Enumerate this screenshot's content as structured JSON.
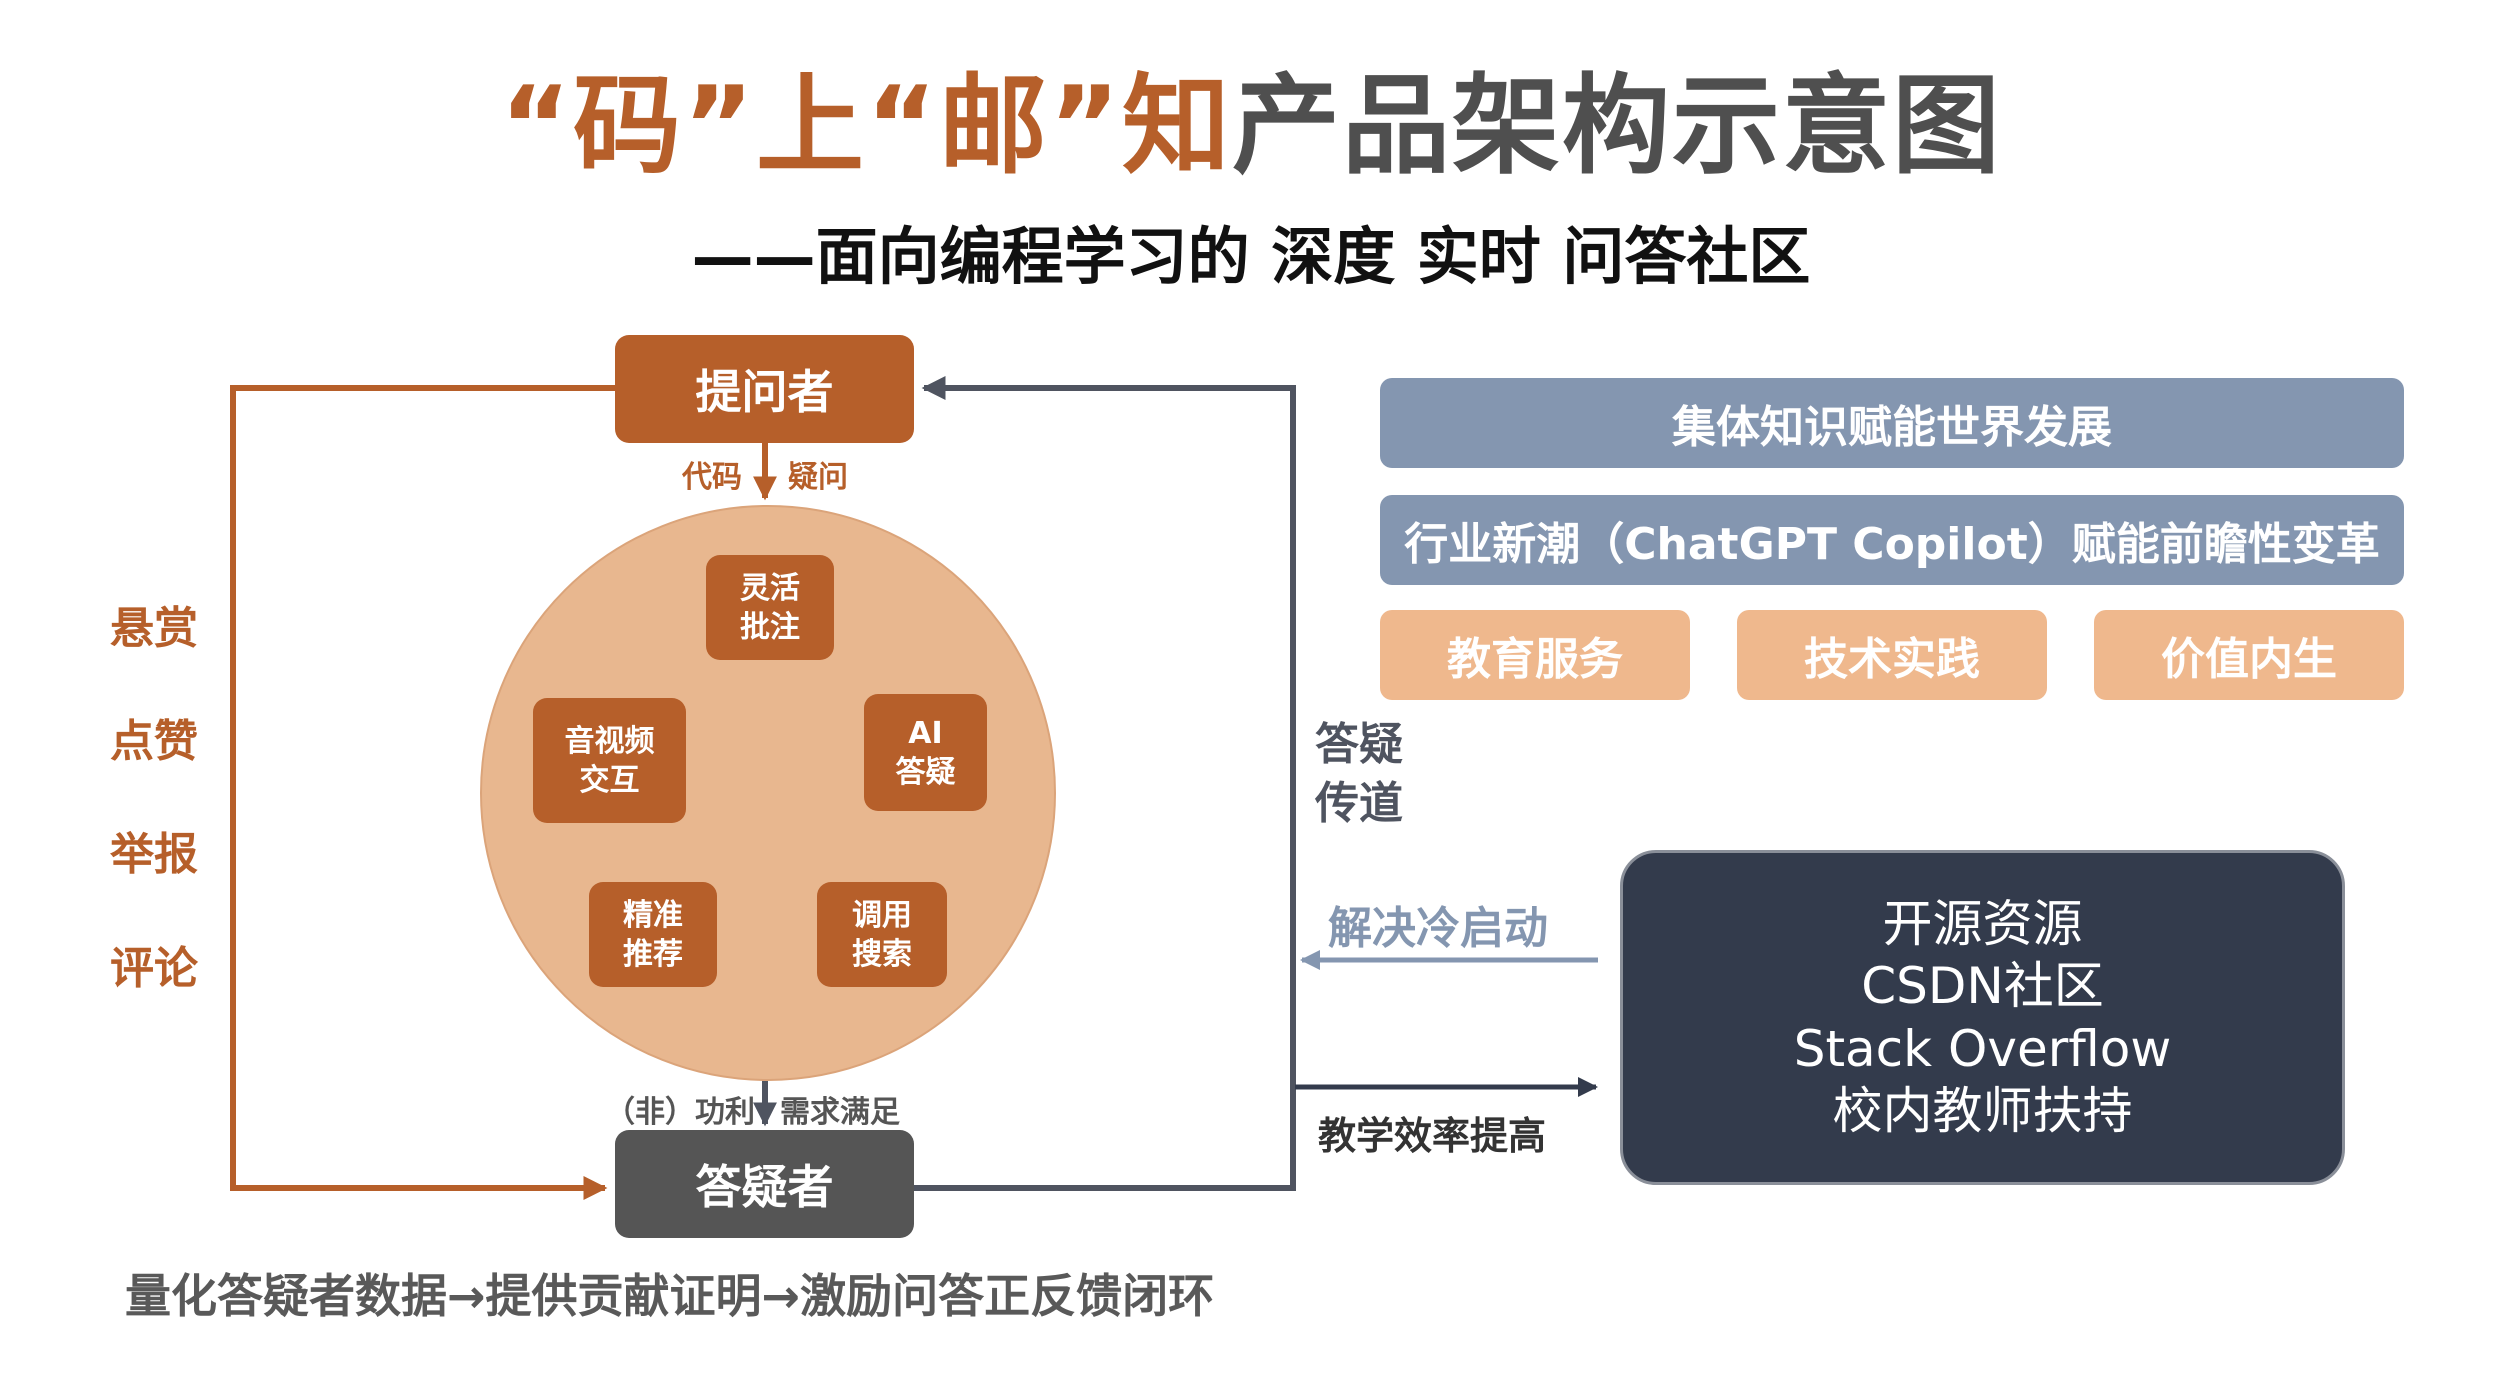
{
  "title": {
    "q1_open": "“",
    "part1": "码",
    "q1_close": "”",
    "part2": "上",
    "q2_open": "“",
    "part3": "邮",
    "q2_close": "”",
    "part4": "知",
    "rest": "产品架构示意图"
  },
  "subtitle": "——面向编程学习的 深度 实时 问答社区",
  "nodes": {
    "asker": "提问者",
    "answerer": "答疑者"
  },
  "features": [
    {
      "line1": "灵活",
      "line2": "批注"
    },
    {
      "line1": "音视频",
      "line2": "交互"
    },
    {
      "line1": "AI",
      "line2": "答疑"
    },
    {
      "line1": "精准",
      "line2": "推荐"
    },
    {
      "line1": "调用",
      "line2": "搜索"
    }
  ],
  "arrow_labels": {
    "top_left": "代码",
    "top_right": "疑问",
    "bottom_left": "（非）功利",
    "bottom_right": "需求满足"
  },
  "incentives": [
    "悬赏",
    "点赞",
    "举报",
    "评论"
  ],
  "right_flow": {
    "qa_line1": "答疑",
    "qa_line2": "传道",
    "cold_start": "解决冷启动",
    "efficiency": "教学效率提高"
  },
  "vision": {
    "band1": "集体知识赋能世界发展",
    "band2": "行业新潮（ChatGPT Copilot）赋能前瞻性变革",
    "tiles": [
      "教育服务",
      "技术实践",
      "价值内生"
    ]
  },
  "resources": [
    "开源资源",
    "CSDN社区",
    "Stack Overflow",
    "校内教师扶持"
  ],
  "footer": "量化答疑者数据→提供贡献证明→激励问答正反馈闭环",
  "colors": {
    "accent": "#b65f2a",
    "dark_gray": "#555555",
    "slate_blue": "#8496b0",
    "peach": "#efb88d",
    "circle": "#e8b78f",
    "navy": "#333b4c"
  }
}
